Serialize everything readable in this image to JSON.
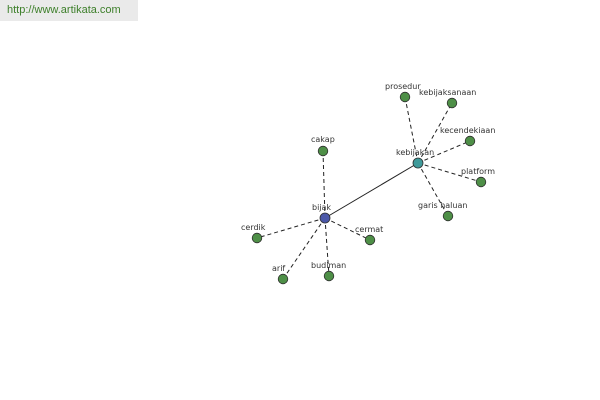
{
  "url": "http://www.artikata.com",
  "colors": {
    "hub_primary": "#4b58a8",
    "hub_secondary": "#3f9a9a",
    "leaf": "#4e8f47",
    "edge": "#222222",
    "url_text": "#3d7f2a"
  },
  "hubs": [
    {
      "id": "bijak",
      "label": "bijak"
    },
    {
      "id": "kebijakan",
      "label": "kebijakan"
    }
  ],
  "hub_link": {
    "from": "bijak",
    "to": "kebijakan",
    "style": "solid"
  },
  "leaves": [
    {
      "hub": "bijak",
      "label": "cakap"
    },
    {
      "hub": "bijak",
      "label": "cerdik"
    },
    {
      "hub": "bijak",
      "label": "arif"
    },
    {
      "hub": "bijak",
      "label": "budiman"
    },
    {
      "hub": "bijak",
      "label": "cermat"
    },
    {
      "hub": "kebijakan",
      "label": "prosedur"
    },
    {
      "hub": "kebijakan",
      "label": "kebijaksanaan"
    },
    {
      "hub": "kebijakan",
      "label": "kecendekiaan"
    },
    {
      "hub": "kebijakan",
      "label": "platform"
    },
    {
      "hub": "kebijakan",
      "label": "garis haluan"
    }
  ]
}
